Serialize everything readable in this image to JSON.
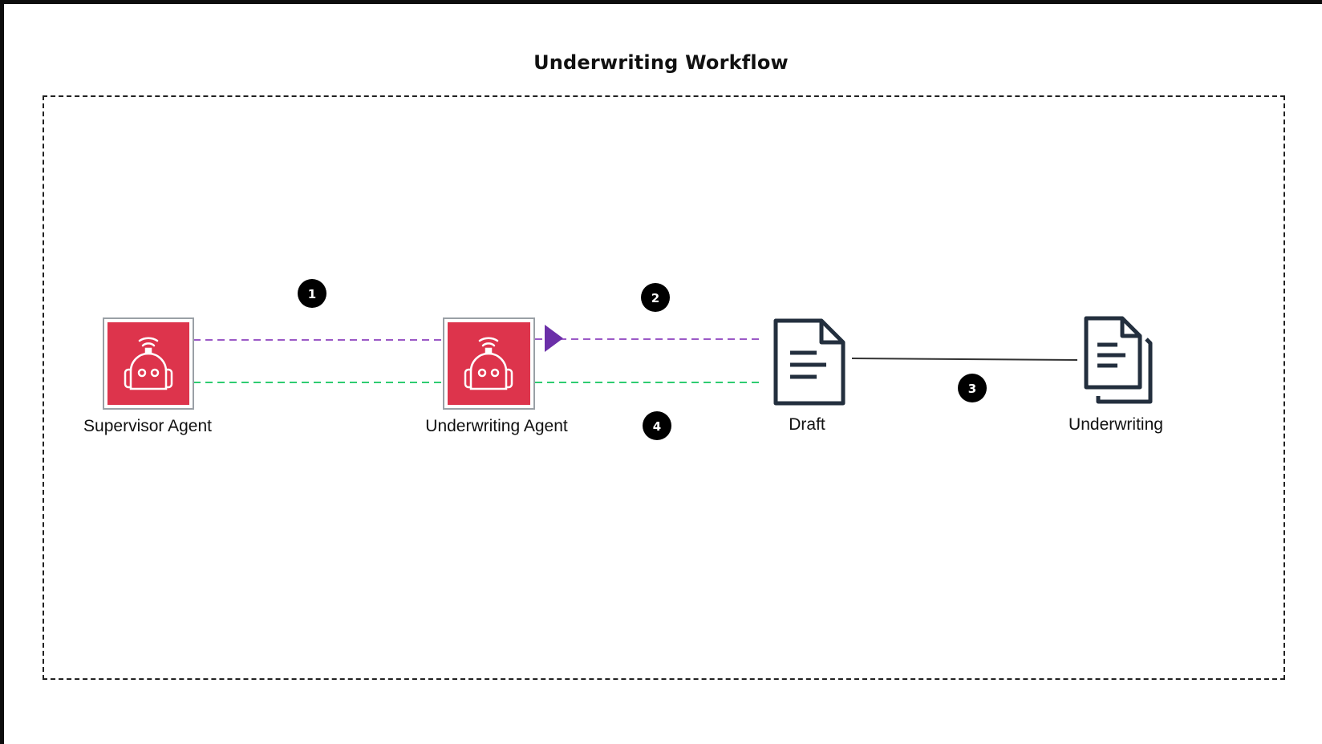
{
  "diagram": {
    "title": "Underwriting Workflow",
    "nodes": [
      {
        "id": "supervisor-agent",
        "label": "Supervisor Agent",
        "icon": "robot-agent-icon"
      },
      {
        "id": "underwriting-agent",
        "label": "Underwriting Agent",
        "icon": "robot-agent-icon"
      },
      {
        "id": "draft",
        "label": "Draft",
        "icon": "document-icon"
      },
      {
        "id": "underwriting",
        "label": "Underwriting",
        "icon": "documents-stack-icon"
      }
    ],
    "edges": [
      {
        "from": "supervisor-agent",
        "to": "underwriting-agent",
        "style": "dashed",
        "color": "#9b59c6"
      },
      {
        "from": "supervisor-agent",
        "to": "underwriting-agent",
        "style": "dashed",
        "color": "#2ecc71"
      },
      {
        "from": "underwriting-agent",
        "to": "draft",
        "style": "dashed",
        "color": "#9b59c6",
        "arrow": "triangle"
      },
      {
        "from": "underwriting-agent",
        "to": "draft",
        "style": "dashed",
        "color": "#2ecc71"
      },
      {
        "from": "draft",
        "to": "underwriting",
        "style": "solid",
        "color": "#333333"
      }
    ],
    "steps": [
      "1",
      "2",
      "3",
      "4"
    ],
    "colors": {
      "agent_fill": "#dd344c",
      "doc_stroke": "#232f3e",
      "purple": "#9b59c6",
      "arrow_purple": "#6b2fa8",
      "green": "#2ecc71",
      "badge": "#000000"
    }
  }
}
